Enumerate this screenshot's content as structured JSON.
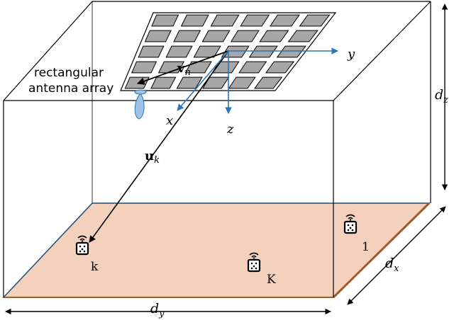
{
  "diagram": {
    "array_label_line1": "rectangular",
    "array_label_line2": "antenna array",
    "vn_symbol": "v",
    "vn_sub": "n",
    "uk_symbol": "u",
    "uk_sub": "k",
    "axis_x": "x",
    "axis_y": "y",
    "axis_z": "z",
    "dim_x_symbol": "d",
    "dim_x_sub": "x",
    "dim_y_symbol": "d",
    "dim_y_sub": "y",
    "dim_z_symbol": "d",
    "dim_z_sub": "z",
    "device_k": "k",
    "device_K": "K",
    "device_1": "1"
  },
  "colors": {
    "floor_fill": "#f4d1bd",
    "floor_edge": "#1f4e79",
    "floor_edge_brown": "#a05a2c",
    "axis_blue": "#2e75b6",
    "beam_blue": "#9dc3e6",
    "element_gray": "#a6a6a6",
    "line": "#000000"
  },
  "icons": [
    "wifi-device-icon"
  ]
}
